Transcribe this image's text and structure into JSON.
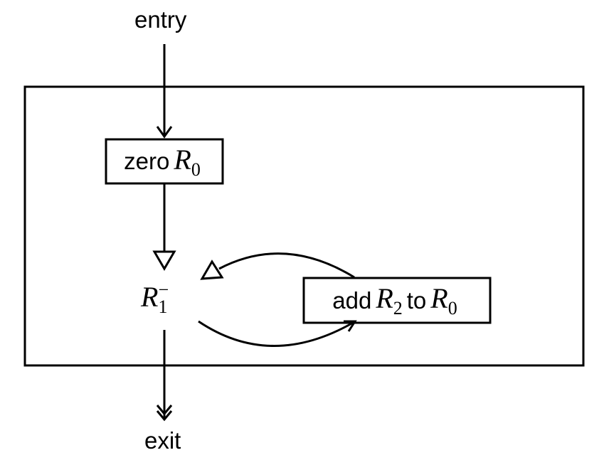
{
  "entry_label": "entry",
  "exit_label": "exit",
  "zero_node": {
    "word": "zero",
    "register": "R",
    "register_index": "0"
  },
  "decrement_node": {
    "register": "R",
    "register_index": "1",
    "superscript": "−"
  },
  "add_node": {
    "word_add": "add",
    "source_register": "R",
    "source_index": "2",
    "word_to": "to",
    "target_register": "R",
    "target_index": "0"
  }
}
